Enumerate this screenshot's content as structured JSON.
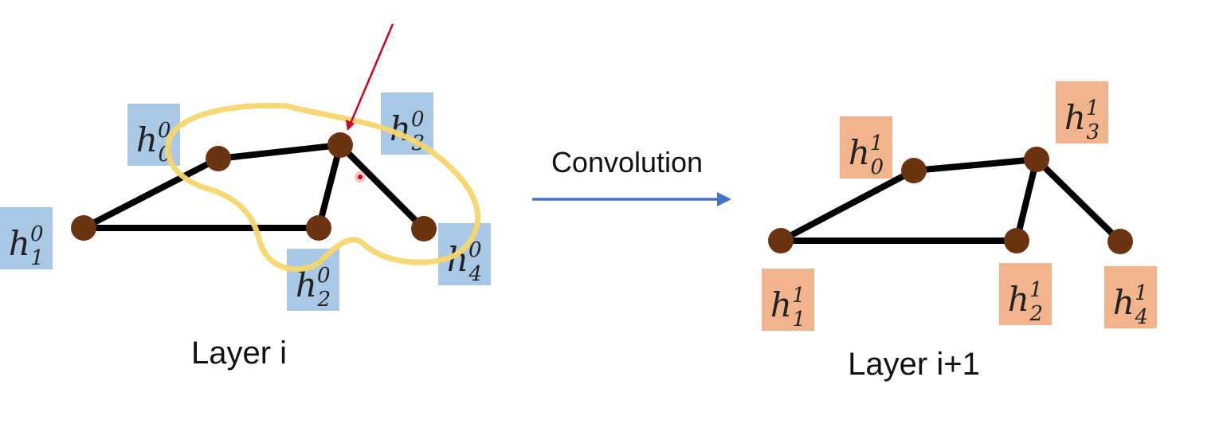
{
  "colors": {
    "background": "#ffffff",
    "edge": "#000000",
    "node": "#6b3410",
    "label_box_layer_i": "#a9c8e6",
    "label_box_layer_i1": "#f1b48c",
    "label_text": "#222222",
    "arrow": "#4472c4",
    "highlight": "#f5d76e",
    "pointer": "#d0021b"
  },
  "layer_i": {
    "caption": "Layer i",
    "labels": {
      "n0": {
        "base": "h",
        "sub": "0",
        "sup": "0"
      },
      "n1": {
        "base": "h",
        "sub": "1",
        "sup": "0"
      },
      "n2": {
        "base": "h",
        "sub": "2",
        "sup": "0"
      },
      "n3": {
        "base": "h",
        "sub": "3",
        "sup": "0"
      },
      "n4": {
        "base": "h",
        "sub": "4",
        "sup": "0"
      }
    }
  },
  "layer_i1": {
    "caption": "Layer i+1",
    "labels": {
      "n0": {
        "base": "h",
        "sub": "0",
        "sup": "1"
      },
      "n1": {
        "base": "h",
        "sub": "1",
        "sup": "1"
      },
      "n2": {
        "base": "h",
        "sub": "2",
        "sup": "1"
      },
      "n3": {
        "base": "h",
        "sub": "3",
        "sup": "1"
      },
      "n4": {
        "base": "h",
        "sub": "4",
        "sup": "1"
      }
    }
  },
  "edges": [
    [
      "n0",
      "n3"
    ],
    [
      "n0",
      "n1"
    ],
    [
      "n1",
      "n2"
    ],
    [
      "n2",
      "n3"
    ],
    [
      "n3",
      "n4"
    ]
  ],
  "operation": {
    "label": "Convolution"
  }
}
